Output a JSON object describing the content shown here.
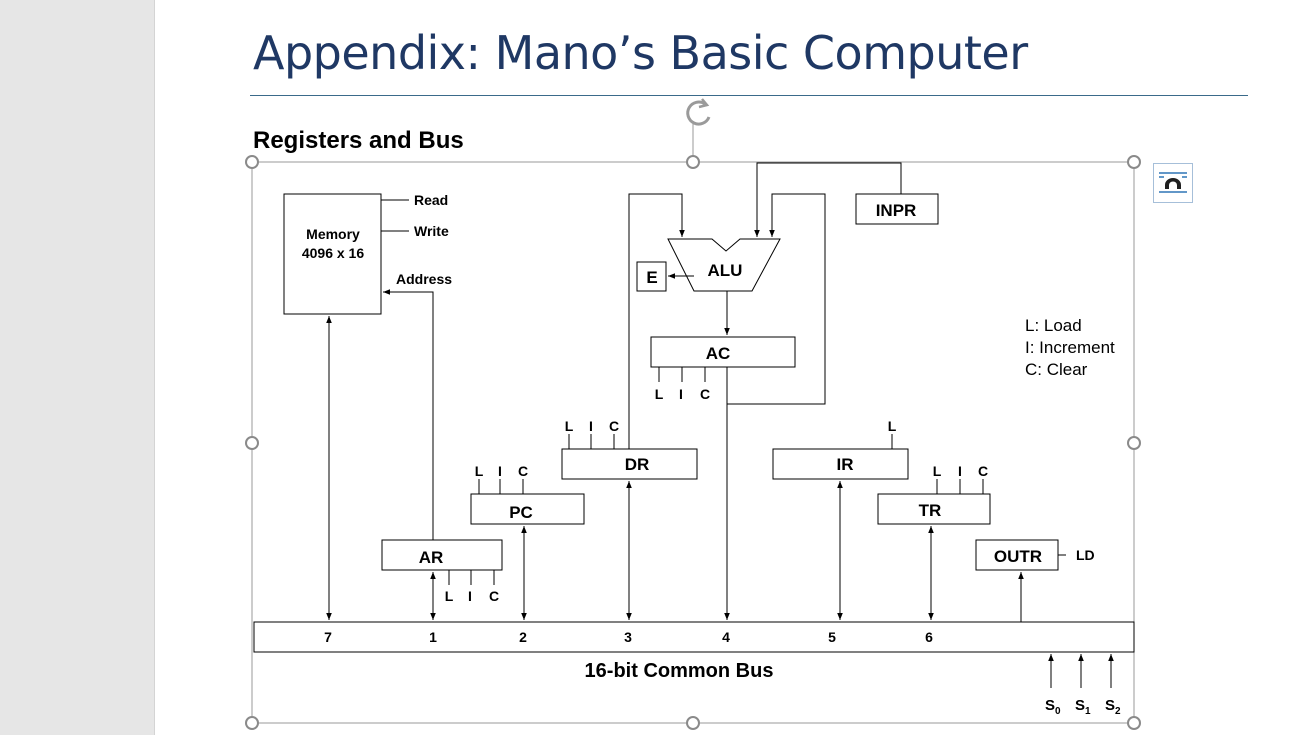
{
  "slide": {
    "title": "Appendix: Mano’s Basic Computer",
    "subtitle": "Registers and Bus"
  },
  "diagram": {
    "memory": {
      "line1": "Memory",
      "line2": "4096 x 16"
    },
    "memory_signals": {
      "read": "Read",
      "write": "Write",
      "address": "Address"
    },
    "registers": {
      "ar": "AR",
      "pc": "PC",
      "dr": "DR",
      "ac": "AC",
      "ir": "IR",
      "tr": "TR",
      "outr": "OUTR",
      "inpr": "INPR",
      "e": "E",
      "alu": "ALU"
    },
    "control_letters": {
      "load": "L",
      "increment": "I",
      "clear": "C"
    },
    "outr_control": "LD",
    "legend": [
      "L: Load",
      "I: Increment",
      "C: Clear"
    ],
    "bus": {
      "label": "16-bit Common Bus",
      "inputs": [
        "7",
        "1",
        "2",
        "3",
        "4",
        "5",
        "6"
      ],
      "select": [
        {
          "base": "S",
          "sub": "0"
        },
        {
          "base": "S",
          "sub": "1"
        },
        {
          "base": "S",
          "sub": "2"
        }
      ]
    }
  }
}
